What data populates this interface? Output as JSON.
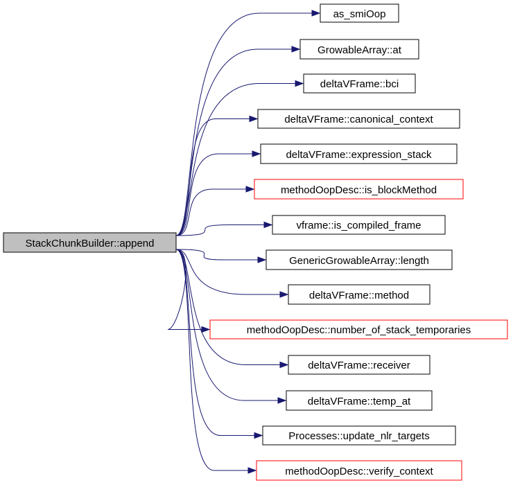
{
  "graph": {
    "source": {
      "label": "StackChunkBuilder::append",
      "fill": "#bfbfbf",
      "border": "#000000"
    },
    "targets": [
      {
        "label": "as_smiOop",
        "border": "#000000"
      },
      {
        "label": "GrowableArray::at",
        "border": "#000000"
      },
      {
        "label": "deltaVFrame::bci",
        "border": "#000000"
      },
      {
        "label": "deltaVFrame::canonical_context",
        "border": "#000000"
      },
      {
        "label": "deltaVFrame::expression_stack",
        "border": "#000000"
      },
      {
        "label": "methodOopDesc::is_blockMethod",
        "border": "#ff0000"
      },
      {
        "label": "vframe::is_compiled_frame",
        "border": "#000000"
      },
      {
        "label": "GenericGrowableArray::length",
        "border": "#000000"
      },
      {
        "label": "deltaVFrame::method",
        "border": "#000000"
      },
      {
        "label": "methodOopDesc::number_of_stack_temporaries",
        "border": "#ff0000"
      },
      {
        "label": "deltaVFrame::receiver",
        "border": "#000000"
      },
      {
        "label": "deltaVFrame::temp_at",
        "border": "#000000"
      },
      {
        "label": "Processes::update_nlr_targets",
        "border": "#000000"
      },
      {
        "label": "methodOopDesc::verify_context",
        "border": "#ff0000"
      }
    ],
    "edge_color": "#191970"
  }
}
